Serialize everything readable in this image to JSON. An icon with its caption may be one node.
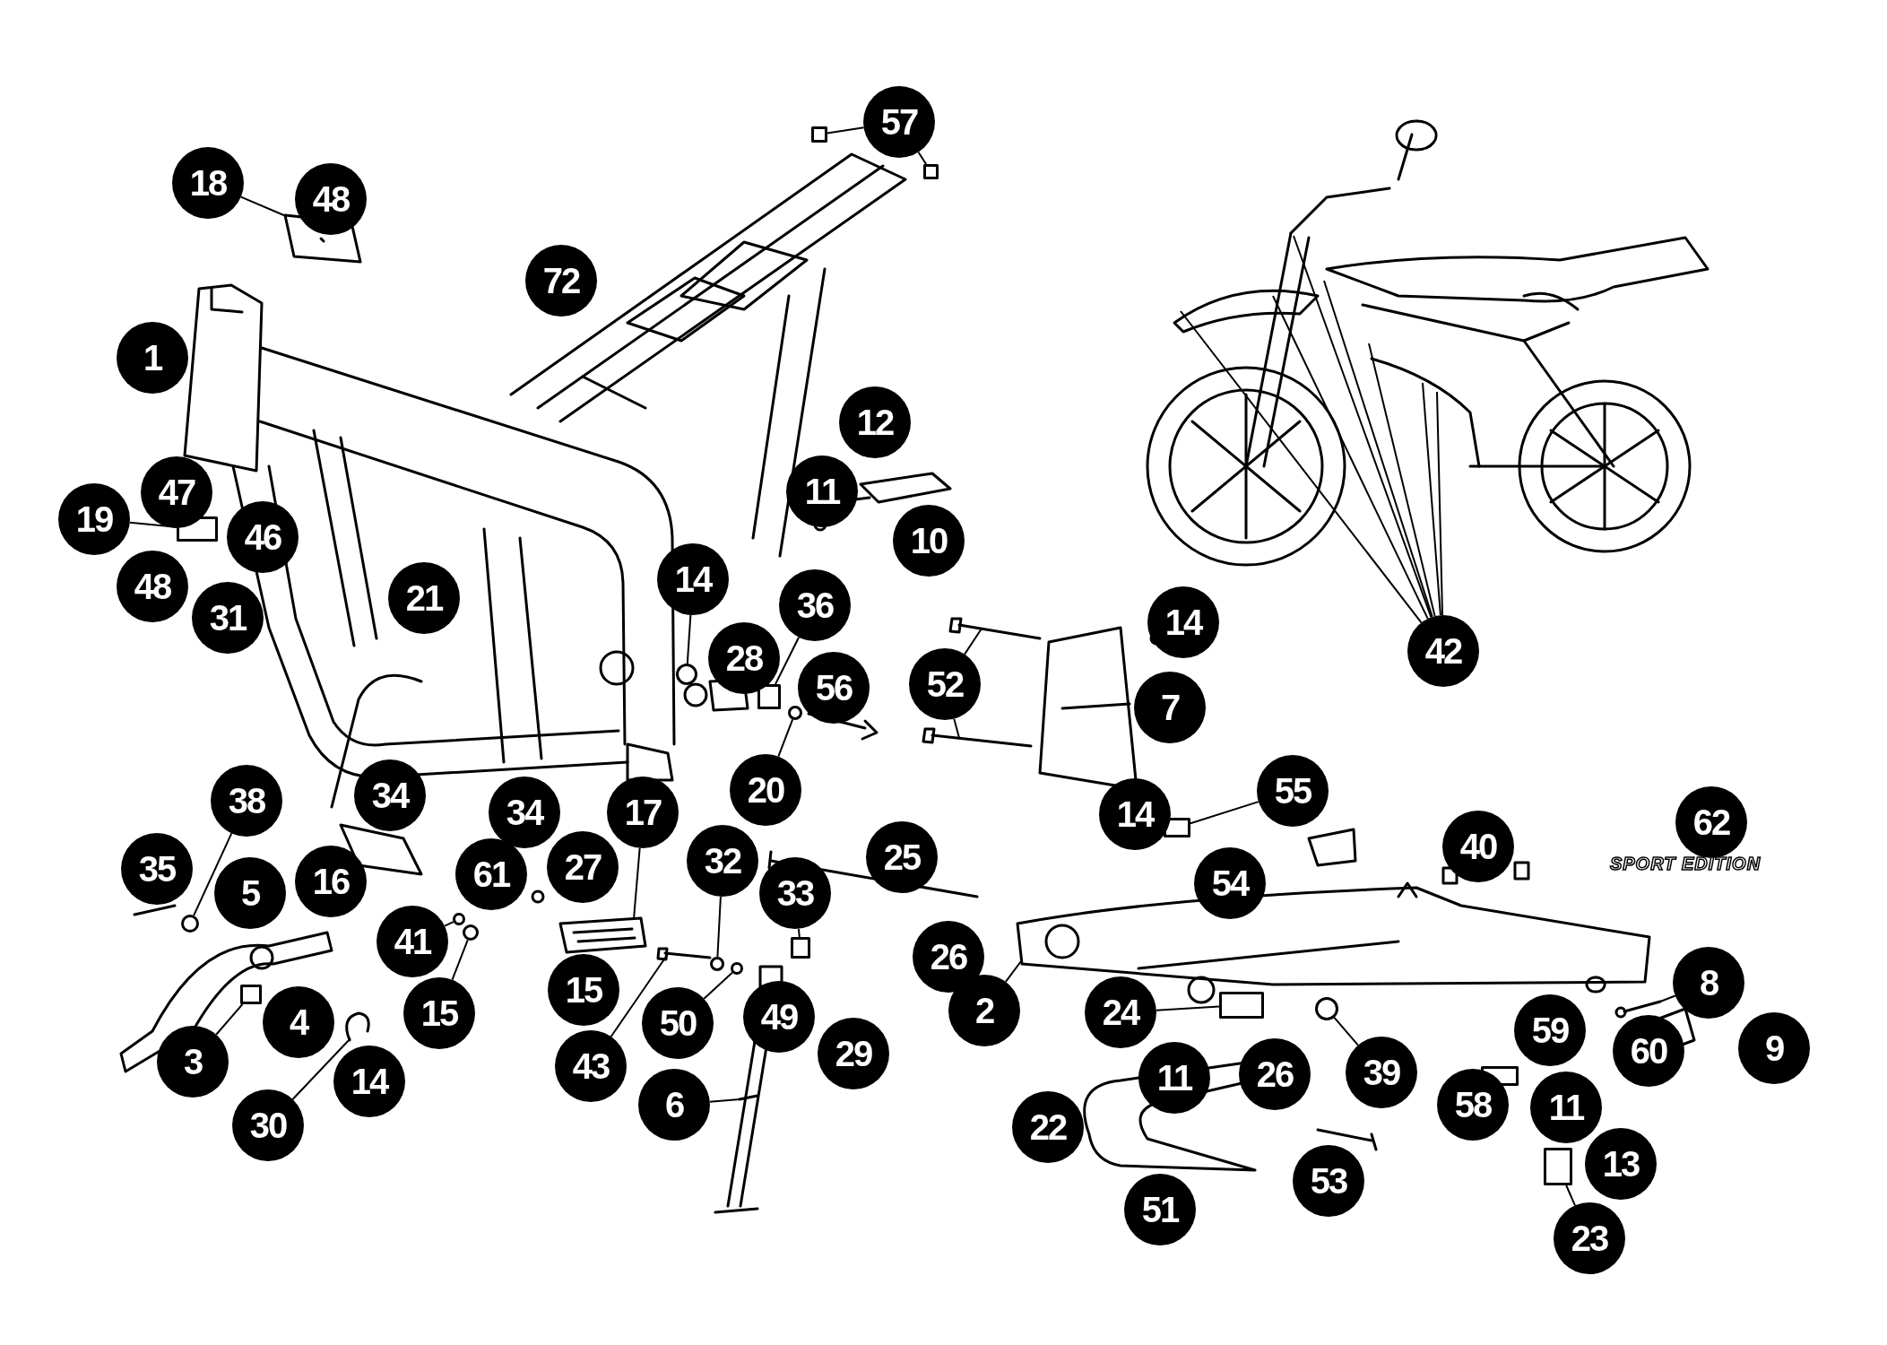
{
  "diagram": {
    "nodes": [
      {
        "text": [
          "18"
        ]
      },
      {
        "text": [
          "57"
        ]
      },
      {
        "text": [
          "19"
        ]
      },
      {
        "text": [
          "14"
        ]
      },
      {
        "text": [
          "36"
        ]
      },
      {
        "text": [
          "20"
        ]
      },
      {
        "text": [
          "52"
        ]
      },
      {
        "text": [
          "38"
        ]
      },
      {
        "text": [
          "3"
        ]
      },
      {
        "text": [
          "30"
        ]
      },
      {
        "text": [
          "15"
        ]
      },
      {
        "text": [
          "41"
        ]
      },
      {
        "text": [
          "17"
        ]
      },
      {
        "text": [
          "32"
        ]
      },
      {
        "text": [
          "43"
        ]
      },
      {
        "text": [
          "50"
        ]
      },
      {
        "text": [
          "6"
        ]
      },
      {
        "text": [
          "33"
        ]
      },
      {
        "text": [
          "55"
        ]
      },
      {
        "text": [
          "2"
        ]
      },
      {
        "text": [
          "24"
        ]
      },
      {
        "text": [
          "39"
        ]
      },
      {
        "text": [
          "58"
        ]
      },
      {
        "text": [
          "23"
        ]
      },
      {
        "text": [
          "8"
        ]
      },
      {
        "text": [
          "42"
        ]
      },
      {
        "text": [
          "48"
        ]
      },
      {
        "text": [
          "72"
        ]
      },
      {
        "text": [
          "1"
        ]
      },
      {
        "text": [
          "12"
        ]
      },
      {
        "text": [
          "11"
        ]
      },
      {
        "text": [
          "10"
        ]
      },
      {
        "text": [
          "47"
        ]
      },
      {
        "text": [
          "46"
        ]
      },
      {
        "text": [
          "48"
        ]
      },
      {
        "text": [
          "31"
        ]
      },
      {
        "text": [
          "21"
        ]
      },
      {
        "text": [
          "28"
        ]
      },
      {
        "text": [
          "56"
        ]
      },
      {
        "text": [
          "14"
        ]
      },
      {
        "text": [
          "7"
        ]
      },
      {
        "text": [
          "14"
        ]
      },
      {
        "text": [
          "54"
        ]
      },
      {
        "text": [
          "62"
        ]
      },
      {
        "text": [
          "40"
        ]
      },
      {
        "text": [
          "35"
        ]
      },
      {
        "text": [
          "5"
        ]
      },
      {
        "text": [
          "16"
        ]
      },
      {
        "text": [
          "34"
        ]
      },
      {
        "text": [
          "34"
        ]
      },
      {
        "text": [
          "27"
        ]
      },
      {
        "text": [
          "61"
        ]
      },
      {
        "text": [
          "4"
        ]
      },
      {
        "text": [
          "14"
        ]
      },
      {
        "text": [
          "25"
        ]
      },
      {
        "text": [
          "26"
        ]
      },
      {
        "text": [
          "15"
        ]
      },
      {
        "text": [
          "49"
        ]
      },
      {
        "text": [
          "29"
        ]
      },
      {
        "text": [
          "26"
        ]
      },
      {
        "text": [
          "11"
        ]
      },
      {
        "text": [
          "22"
        ]
      },
      {
        "text": [
          "51"
        ]
      },
      {
        "text": [
          "53"
        ]
      },
      {
        "text": [
          "59"
        ]
      },
      {
        "text": [
          "11"
        ]
      },
      {
        "text": [
          "13"
        ]
      },
      {
        "text": [
          "60"
        ]
      },
      {
        "text": [
          "9"
        ]
      },
      {
        "text": [],
        "shape": "picture"
      },
      {
        "text": [],
        "shape": "box"
      },
      {
        "text": [],
        "shape": "box"
      },
      {
        "text": [],
        "shape": "box"
      },
      {
        "text": [],
        "shape": "circle"
      },
      {
        "text": [],
        "shape": "box"
      },
      {
        "text": [],
        "shape": "circle"
      },
      {
        "text": [],
        "shape": "picture"
      },
      {
        "text": [],
        "shape": "picture"
      },
      {
        "text": [],
        "shape": "circle"
      },
      {
        "text": [],
        "shape": "box"
      },
      {
        "text": [],
        "shape": "picture"
      },
      {
        "text": [],
        "shape": "circle"
      },
      {
        "text": [],
        "shape": "circle"
      },
      {
        "text": [],
        "shape": "picture"
      },
      {
        "text": [],
        "shape": "circle"
      },
      {
        "text": [],
        "shape": "picture"
      },
      {
        "text": [],
        "shape": "circle"
      },
      {
        "text": [],
        "shape": "picture"
      },
      {
        "text": [],
        "shape": "box"
      },
      {
        "text": [],
        "shape": "box"
      },
      {
        "text": [],
        "shape": "picture"
      },
      {
        "text": [],
        "shape": "box"
      },
      {
        "text": [],
        "shape": "circle"
      },
      {
        "text": [],
        "shape": "box"
      },
      {
        "text": [],
        "shape": "box"
      },
      {
        "text": [],
        "shape": "picture"
      },
      {
        "text": [],
        "shape": "picture"
      }
    ],
    "edges": [
      {
        "from": 0,
        "to": 69,
        "arrow": "none"
      },
      {
        "from": 1,
        "to": 70,
        "arrow": "none"
      },
      {
        "from": 1,
        "to": 71,
        "arrow": "none"
      },
      {
        "from": 2,
        "to": 72,
        "arrow": "none"
      },
      {
        "from": 3,
        "to": 73,
        "arrow": "none"
      },
      {
        "from": 4,
        "to": 74,
        "arrow": "none"
      },
      {
        "from": 5,
        "to": 75,
        "arrow": "none"
      },
      {
        "from": 6,
        "to": 76,
        "arrow": "none"
      },
      {
        "from": 6,
        "to": 77,
        "arrow": "none"
      },
      {
        "from": 7,
        "to": 78,
        "arrow": "none"
      },
      {
        "from": 8,
        "to": 79,
        "arrow": "none"
      },
      {
        "from": 9,
        "to": 80,
        "arrow": "none"
      },
      {
        "from": 10,
        "to": 81,
        "arrow": "none"
      },
      {
        "from": 11,
        "to": 82,
        "arrow": "none"
      },
      {
        "from": 12,
        "to": 83,
        "arrow": "none"
      },
      {
        "from": 13,
        "to": 84,
        "arrow": "none"
      },
      {
        "from": 14,
        "to": 85,
        "arrow": "none"
      },
      {
        "from": 15,
        "to": 86,
        "arrow": "none"
      },
      {
        "from": 16,
        "to": 87,
        "arrow": "none"
      },
      {
        "from": 17,
        "to": 88,
        "arrow": "none"
      },
      {
        "from": 18,
        "to": 89,
        "arrow": "none"
      },
      {
        "from": 19,
        "to": 90,
        "arrow": "none"
      },
      {
        "from": 20,
        "to": 91,
        "arrow": "none"
      },
      {
        "from": 21,
        "to": 92,
        "arrow": "none"
      },
      {
        "from": 22,
        "to": 93,
        "arrow": "none"
      },
      {
        "from": 23,
        "to": 94,
        "arrow": "none"
      },
      {
        "from": 24,
        "to": 95,
        "arrow": "none"
      },
      {
        "from": 25,
        "to": 96,
        "arrow": "none"
      },
      {
        "from": 25,
        "to": 96,
        "arrow": "none"
      },
      {
        "from": 25,
        "to": 96,
        "arrow": "none"
      },
      {
        "from": 25,
        "to": 96,
        "arrow": "none"
      },
      {
        "from": 25,
        "to": 96,
        "arrow": "none"
      },
      {
        "from": 25,
        "to": 96,
        "arrow": "none"
      },
      {
        "from": 25,
        "to": 96,
        "arrow": "none"
      }
    ],
    "labels": [
      "SPORT EDITION"
    ]
  }
}
